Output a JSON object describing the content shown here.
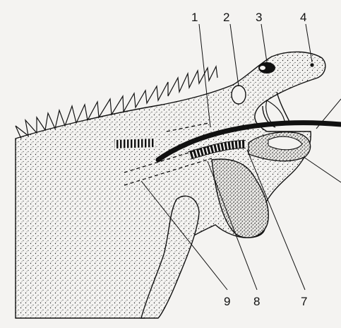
{
  "labels": {
    "l1": "1",
    "l2": "2",
    "l3": "3",
    "l4": "4",
    "l7": "7",
    "l8": "8",
    "l9": "9"
  },
  "colors": {
    "background": "#f4f3f1",
    "ink": "#111111"
  }
}
